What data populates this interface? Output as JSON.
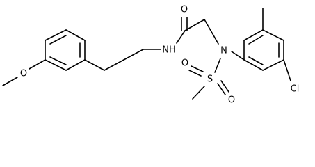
{
  "molecule": {
    "atoms": {
      "methoxy_oxygen": "O",
      "amide_nitrogen_hydrogen": "NH",
      "carbonyl_oxygen": "O",
      "sulfonamide_nitrogen": "N",
      "sulfonyl_sulfur": "S",
      "sulfonyl_oxygen_upper": "O",
      "sulfonyl_oxygen_lower": "O",
      "chlorine": "Cl"
    }
  }
}
